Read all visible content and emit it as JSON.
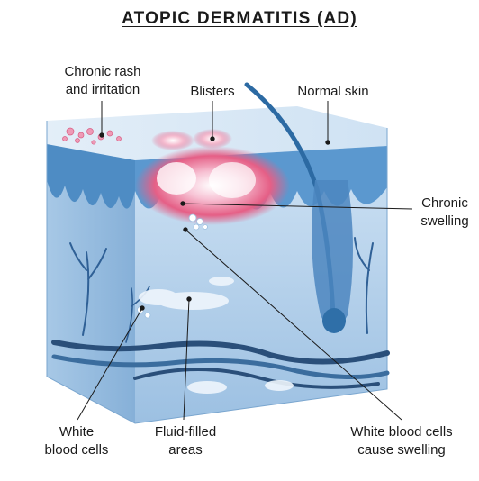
{
  "title": "ATOPIC DERMATITIS (AD)",
  "labels": {
    "chronic_rash_line1": "Chronic rash",
    "chronic_rash_line2": "and irritation",
    "blisters": "Blisters",
    "normal_skin": "Normal skin",
    "chronic_swelling_line1": "Chronic",
    "chronic_swelling_line2": "swelling",
    "white_blood_cells_line1": "White",
    "white_blood_cells_line2": "blood cells",
    "fluid_filled_line1": "Fluid-filled",
    "fluid_filled_line2": "areas",
    "wbc_swelling_line1": "White blood cells",
    "wbc_swelling_line2": "cause swelling"
  },
  "colors": {
    "skin_light": "#dbe9f6",
    "skin_mid": "#a9c9e6",
    "skin_dark": "#2f6fa8",
    "inflammation": "#e0557e",
    "hair": "#2c6aa3",
    "leader_line": "#1a1a1a"
  }
}
